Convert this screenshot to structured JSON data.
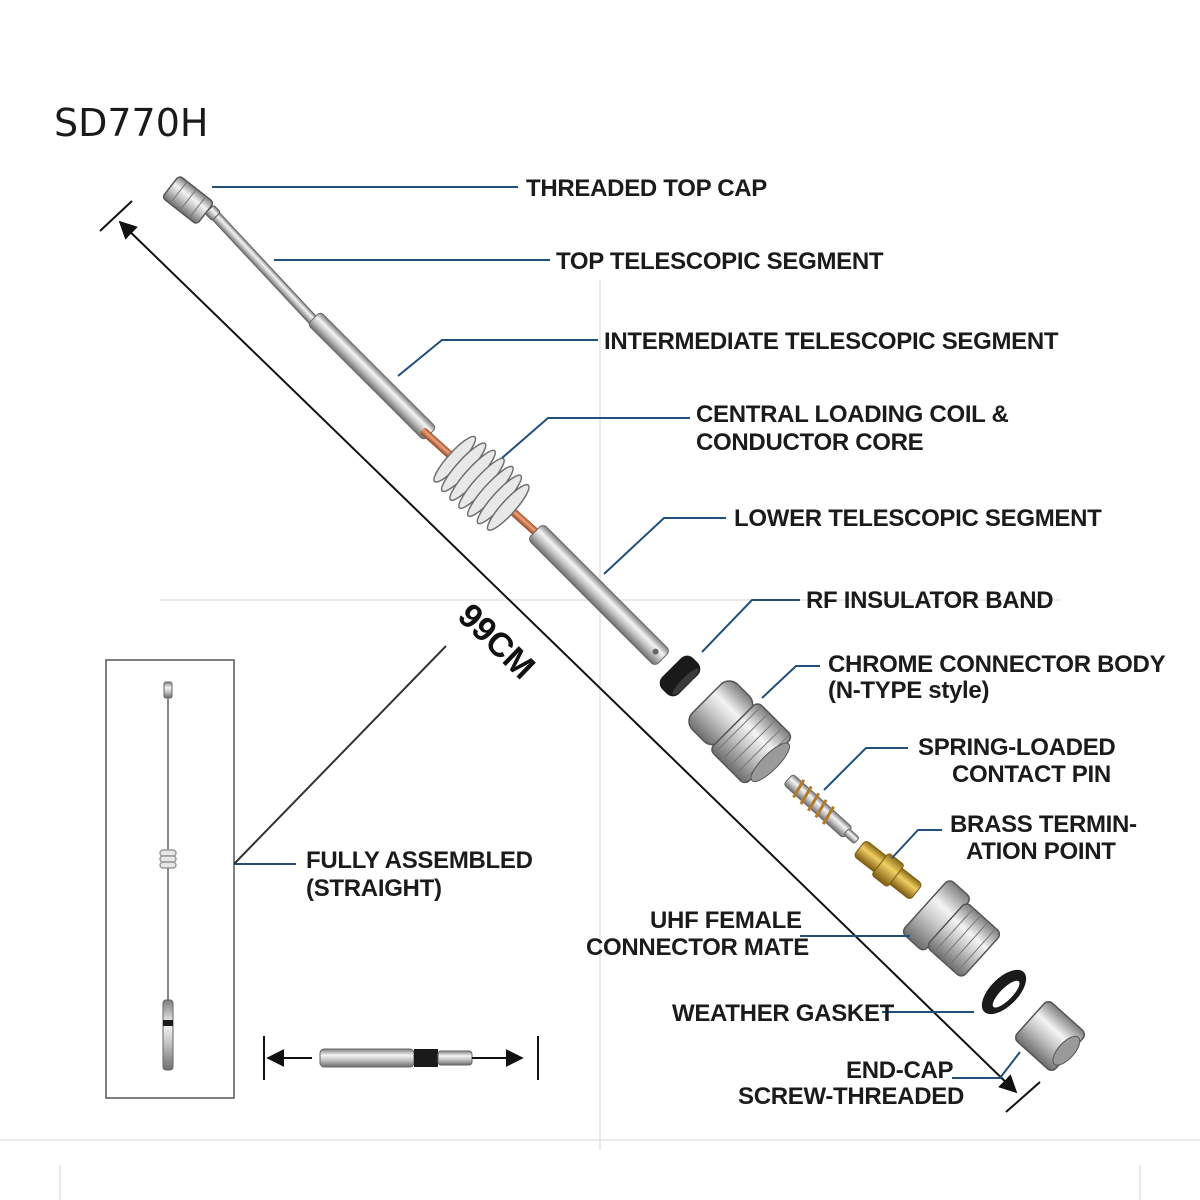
{
  "title": "SD770H",
  "dimension_label": "99CM",
  "labels": {
    "threaded_top_cap": "THREADED TOP CAP",
    "top_segment": "TOP TELESCOPIC SEGMENT",
    "intermediate_segment": "INTERMEDIATE TELESCOPIC SEGMENT",
    "loading_coil_line1": "CENTRAL LOADING COIL &",
    "loading_coil_line2": "CONDUCTOR CORE",
    "lower_segment": "LOWER TELESCOPIC SEGMENT",
    "insulator_band": "RF INSULATOR BAND",
    "connector_body_line1": "CHROME CONNECTOR BODY",
    "connector_body_line2": "(N-TYPE style)",
    "contact_pin_line1": "SPRING-LOADED",
    "contact_pin_line2": "CONTACT PIN",
    "brass_line1": "BRASS TERMIN-",
    "brass_line2": "ATION POINT",
    "uhf_line1": "UHF FEMALE",
    "uhf_line2": "CONNECTOR MATE",
    "gasket": "WEATHER GASKET",
    "endcap_line1": "END-CAP",
    "endcap_line2": "SCREW-THREADED",
    "assembled_line1": "FULLY ASSEMBLED",
    "assembled_line2": "(STRAIGHT)"
  },
  "colors": {
    "leader": "#1f4f7a",
    "metal_light": "#eeeeee",
    "metal_dark": "#8a8a8a",
    "copper": "#c8744a",
    "brass": "#c9a233",
    "rubber": "#1a1a1a"
  }
}
